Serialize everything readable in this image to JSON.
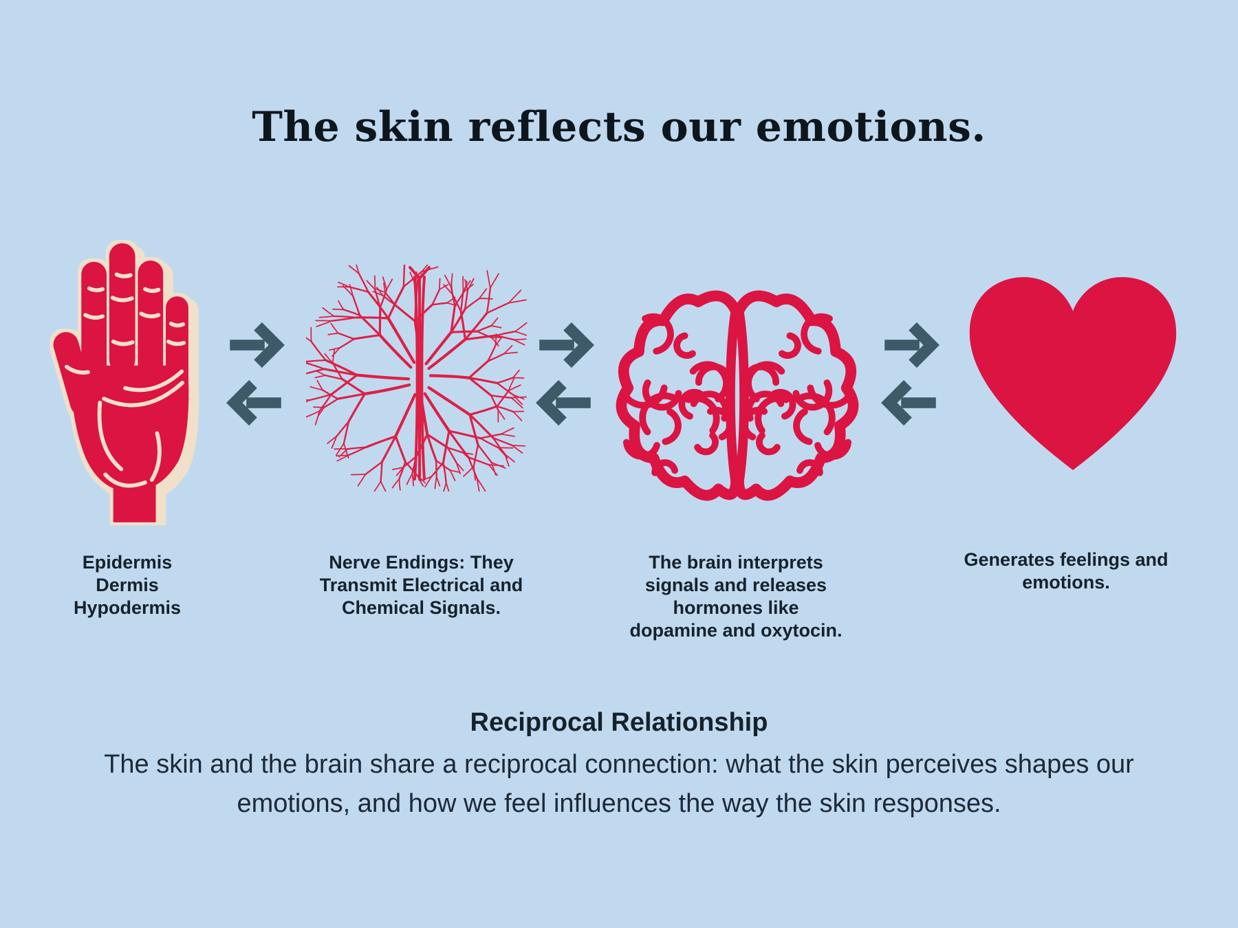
{
  "title": "The skin reflects our emotions.",
  "colors": {
    "background": "#C1D9EF",
    "red": "#DB1442",
    "cream": "#F1E0C9",
    "arrow": "#3E5A68",
    "text_dark": "#15222C"
  },
  "flow": {
    "steps": [
      {
        "icon": "hand",
        "caption": "Epidermis\nDermis\nHypodermis"
      },
      {
        "icon": "nerve-endings",
        "caption": "Nerve Endings: They\nTransmit Electrical and\nChemical Signals."
      },
      {
        "icon": "brain",
        "caption": "The brain interprets\nsignals and releases\nhormones like\ndopamine and oxytocin."
      },
      {
        "icon": "heart",
        "caption": "Generates feelings and\nemotions."
      }
    ]
  },
  "footer": {
    "heading": "Reciprocal Relationship",
    "body": "The skin and the brain share a reciprocal connection: what the skin perceives shapes our\nemotions, and how we feel influences the way the skin responses."
  }
}
